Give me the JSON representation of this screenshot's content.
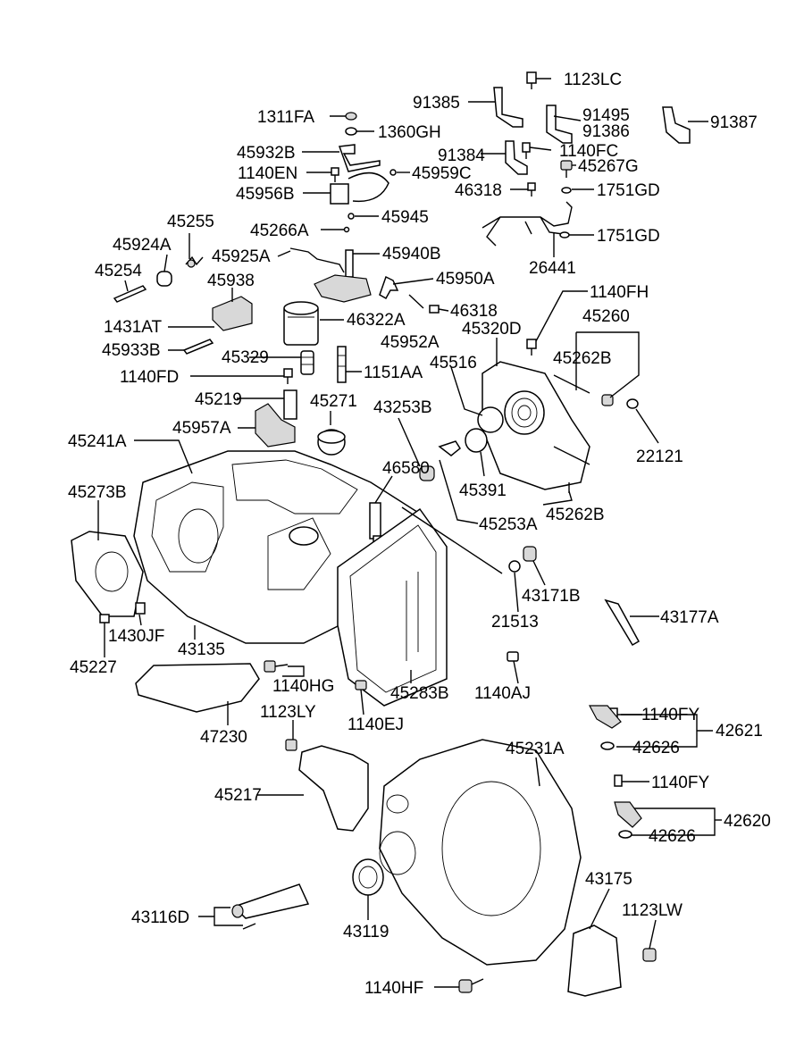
{
  "diagram": {
    "labels": [
      "1123LC",
      "91385",
      "91495",
      "91386",
      "91387",
      "1311FA",
      "1360GH",
      "45932B",
      "1140FC",
      "91384",
      "1140EN",
      "45959C",
      "45267G",
      "45956B",
      "46318",
      "1751GD",
      "45266A",
      "45945",
      "1751GD",
      "45255",
      "45924A",
      "45925A",
      "45940B",
      "26441",
      "45254",
      "45938",
      "45950A",
      "1140FH",
      "46318",
      "1431AT",
      "46322A",
      "45260",
      "45320D",
      "45933B",
      "45952A",
      "45516",
      "45262B",
      "45329",
      "1151AA",
      "1140FD",
      "43253B",
      "45219",
      "45271",
      "22121",
      "45957A",
      "45241A",
      "46580",
      "45391",
      "45262B",
      "45273B",
      "45253A",
      "43171B",
      "21513",
      "43177A",
      "1430JF",
      "43135",
      "45227",
      "1140HG",
      "1140AJ",
      "45283B",
      "1140FY",
      "1123LY",
      "1140EJ",
      "42621",
      "42626",
      "47230",
      "45231A",
      "45217",
      "1140FY",
      "42620",
      "42626",
      "43175",
      "43116D",
      "1123LW",
      "43119",
      "1140HF"
    ]
  }
}
